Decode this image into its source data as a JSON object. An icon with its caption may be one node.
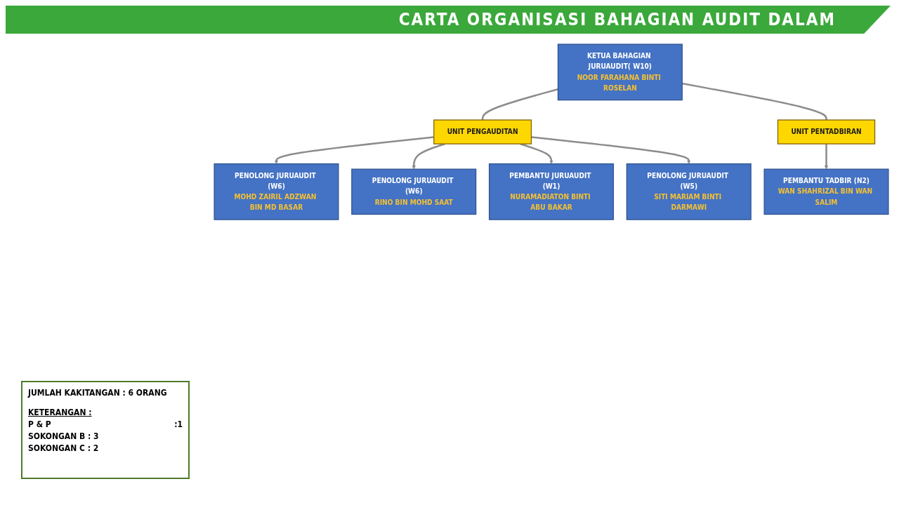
{
  "diagram": {
    "title": "CARTA ORGANISASI BAHAGIAN AUDIT DALAM",
    "nodes": [
      {
        "text": [
          "KETUA BAHAGIAN JURUAUDIT( W10)",
          "NOOR FARAHANA BINTI ROSELAN"
        ]
      },
      {
        "text": [
          "UNIT PENGAUDITAN"
        ]
      },
      {
        "text": [
          "UNIT PENTADBIRAN"
        ]
      },
      {
        "text": [
          "PENOLONG JURUAUDIT (W6)",
          "MOHD ZAIRIL ADZWAN BIN MD BASAR"
        ]
      },
      {
        "text": [
          "PENOLONG JURUAUDIT (W6)",
          "RINO BIN MOHD SAAT"
        ]
      },
      {
        "text": [
          "PENOLONG JURUAUDIT (W5)",
          "SITI MARIAM BINTI DARMAWI"
        ]
      },
      {
        "text": [
          "PEMBANTU TADBIR (N2)",
          "WAN SHAHRIZAL BIN WAN SALIM"
        ]
      },
      {
        "text": [
          "PEMBANTU JURUAUDIT (W1)",
          "NURAMADIATON BINTI ABU BAKAR"
        ]
      }
    ],
    "edges": [
      {
        "from": 0,
        "to": 1,
        "arrow": "none"
      },
      {
        "from": 0,
        "to": 2,
        "arrow": "none"
      },
      {
        "from": 1,
        "to": 3,
        "arrow": "to"
      },
      {
        "from": 1,
        "to": 4,
        "arrow": "to"
      },
      {
        "from": 1,
        "to": 7,
        "arrow": "to"
      },
      {
        "from": 1,
        "to": 5,
        "arrow": "to"
      },
      {
        "from": 2,
        "to": 6,
        "arrow": "to"
      }
    ],
    "labels": [
      "JUMLAH KAKITANGAN : 6 ORANG",
      "KETERANGAN :",
      "P & P",
      ":1",
      "SOKONGAN B : 3",
      "SOKONGAN C : 2"
    ]
  }
}
